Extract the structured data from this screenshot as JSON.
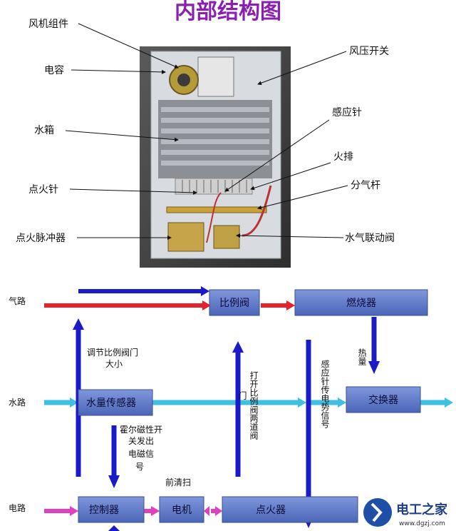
{
  "title": "内部结构图",
  "photo_labels": {
    "fan_assembly": "风机组件",
    "capacitor": "电容",
    "water_tank": "水箱",
    "igniter_needle": "点火针",
    "pulse_igniter": "点火脉冲器",
    "air_pressure_switch": "风压开关",
    "sensing_needle": "感应针",
    "burner_row": "火排",
    "gas_rod": "分气杆",
    "water_gas_valve": "水气联动阀"
  },
  "flow": {
    "row_labels": {
      "gas": "气路",
      "water": "水路",
      "electric": "电路"
    },
    "boxes": {
      "proportional_valve": "比例阀",
      "burner": "燃烧器",
      "water_sensor": "水量传感器",
      "exchanger": "交换器",
      "controller": "控制器",
      "motor": "电机",
      "igniter": "点火器"
    },
    "annotations": {
      "adjust_line1": "调节比例阀门",
      "adjust_line2": "大小",
      "heat": "热量",
      "hall_line1": "霍尔磁性开",
      "hall_line2": "关发出",
      "hall_line3": "电磁信",
      "hall_line4": "号",
      "pre_purge": "前清扫",
      "open_valve_col1": "打开比例阀两道阀",
      "open_valve_col2": "门",
      "sense_signal": "感应针传电势信号"
    },
    "colors": {
      "gas_arrow": "#e8202a",
      "water_arrow": "#3fc0e0",
      "electric_arrow": "#e040c0",
      "control_arrow": "#1a1ac8",
      "box_fill": "#5b78c8"
    }
  },
  "watermark": {
    "brand": "电工之家",
    "site": "www.dgzj.com"
  }
}
